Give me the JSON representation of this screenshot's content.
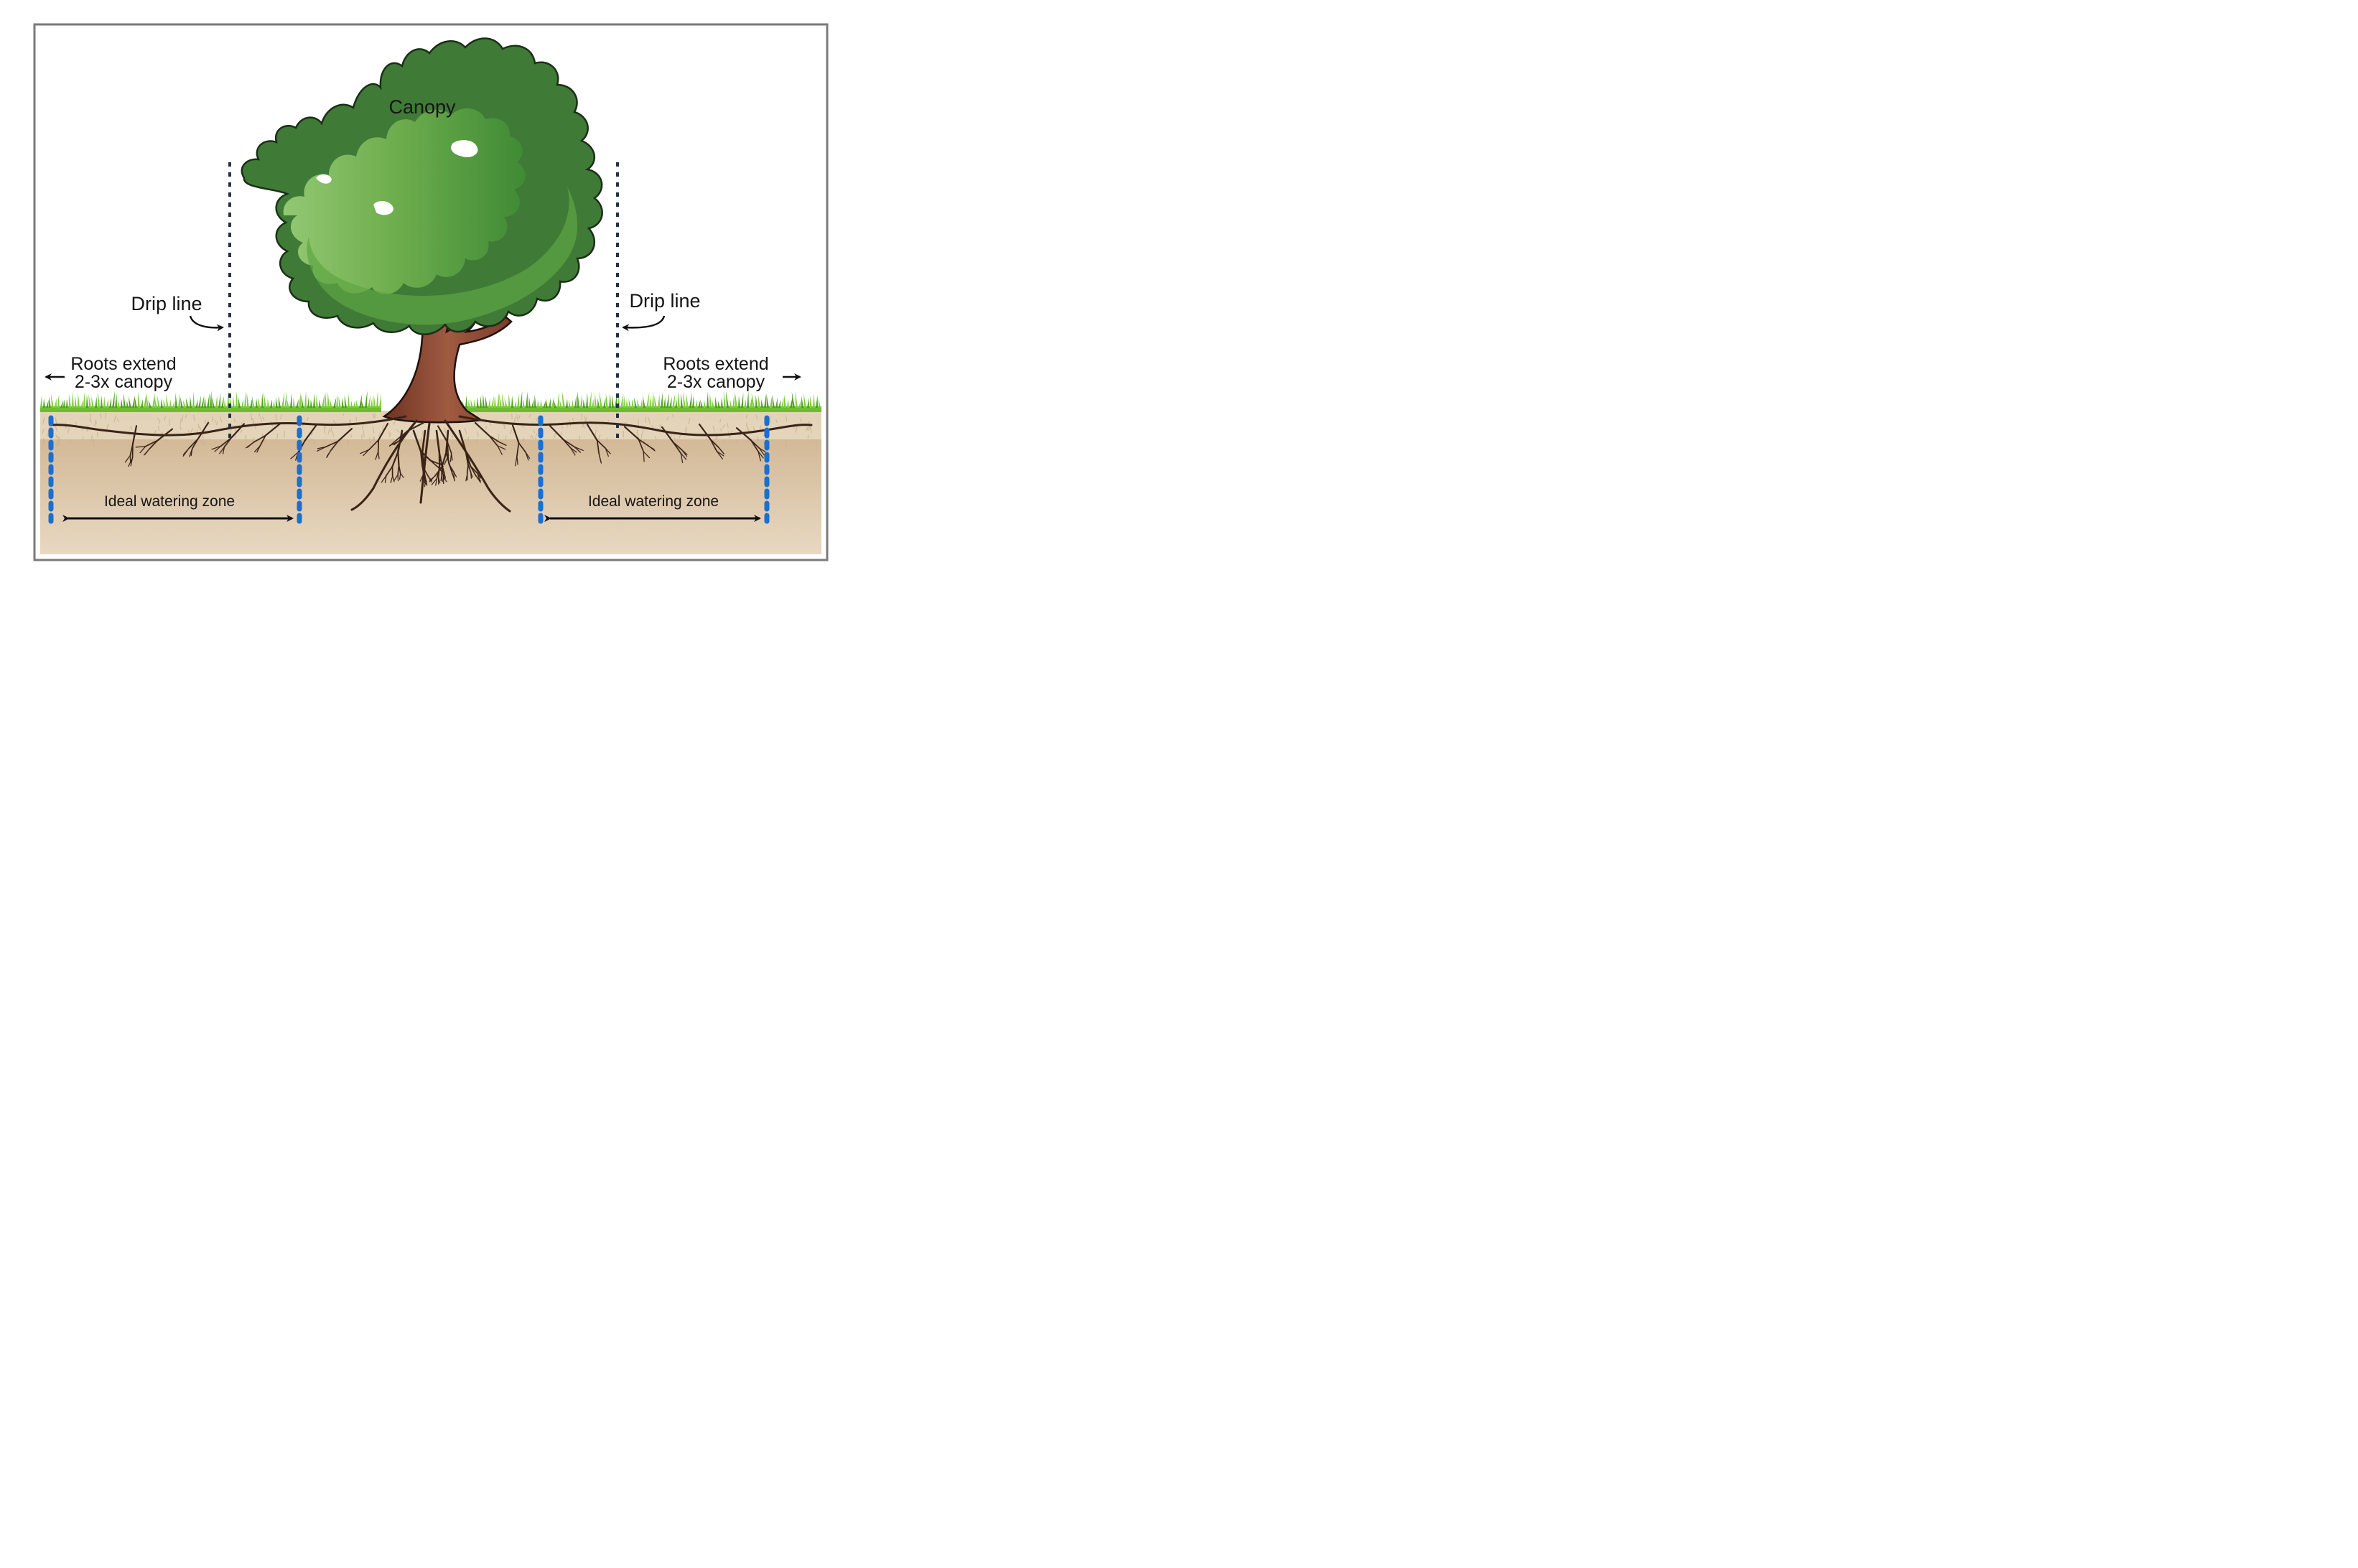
{
  "labels": {
    "canopy": "Canopy",
    "drip_line_left": "Drip line",
    "drip_line_right": "Drip line",
    "roots_left_line1": "Roots extend",
    "roots_left_line2": "2-3x canopy",
    "roots_right_line1": "Roots extend",
    "roots_right_line2": "2-3x canopy",
    "watering_left": "Ideal watering zone",
    "watering_right": "Ideal watering zone"
  },
  "colors": {
    "canopy_light": "#8fc270",
    "canopy_mid": "#5aa03e",
    "canopy_dark": "#3f7a37",
    "trunk": "#8a4a35",
    "root": "#3a2418",
    "soil_top": "#d9c7a5",
    "soil": "#d8bc98",
    "grass": "#6cbf2c",
    "watering_marker": "#1b6fd0",
    "drip_line": "#243247",
    "border": "#7a7a7a"
  }
}
